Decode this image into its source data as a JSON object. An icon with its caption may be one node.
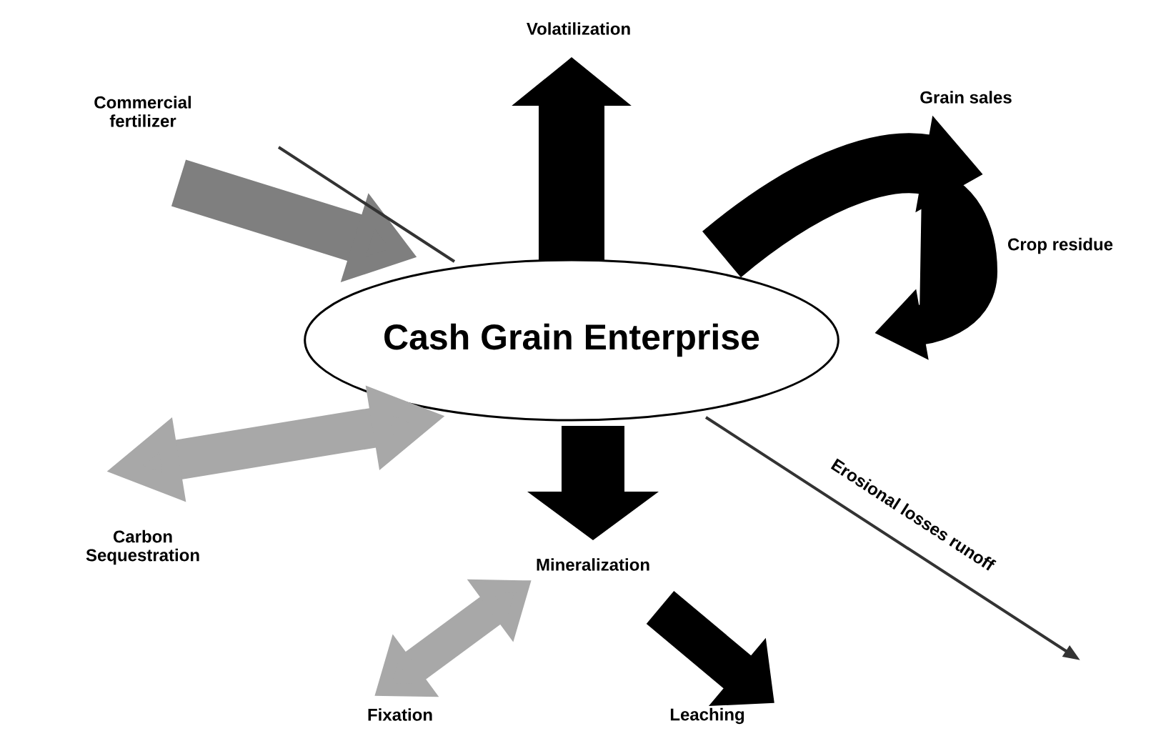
{
  "diagram": {
    "nodes": [
      {
        "text": [
          "Cash Grain Enterprise"
        ]
      },
      {
        "text": [
          "Volatilization"
        ]
      },
      {
        "text": [
          "Commercial fertilizer"
        ]
      },
      {
        "text": [
          "Grain sales"
        ]
      },
      {
        "text": [
          "Carbon Sequestration"
        ]
      },
      {
        "text": [
          "Mineralization"
        ]
      },
      {
        "text": [
          "Fixation"
        ]
      },
      {
        "text": [
          "Leaching"
        ]
      }
    ],
    "edges": [
      {
        "from": 2,
        "to": 0,
        "arrow": "to",
        "color": "#7f7f7f"
      },
      {
        "from": 0,
        "to": 1,
        "arrow": "to"
      },
      {
        "from": 0,
        "to": 3,
        "arrow": "to"
      },
      {
        "from": null,
        "to": 0,
        "arrow": "to",
        "label": "Crop residue"
      },
      {
        "from": 0,
        "to": 4,
        "arrow": "both",
        "color": "#a8a8a8"
      },
      {
        "from": 0,
        "to": 5,
        "arrow": "to"
      },
      {
        "from": 6,
        "to": 5,
        "arrow": "both",
        "color": "#a8a8a8"
      },
      {
        "from": 5,
        "to": 7,
        "arrow": "to"
      },
      {
        "from": 0,
        "to": null,
        "arrow": "to",
        "label": "Erosional losses runoff",
        "color": "#333333"
      }
    ]
  }
}
